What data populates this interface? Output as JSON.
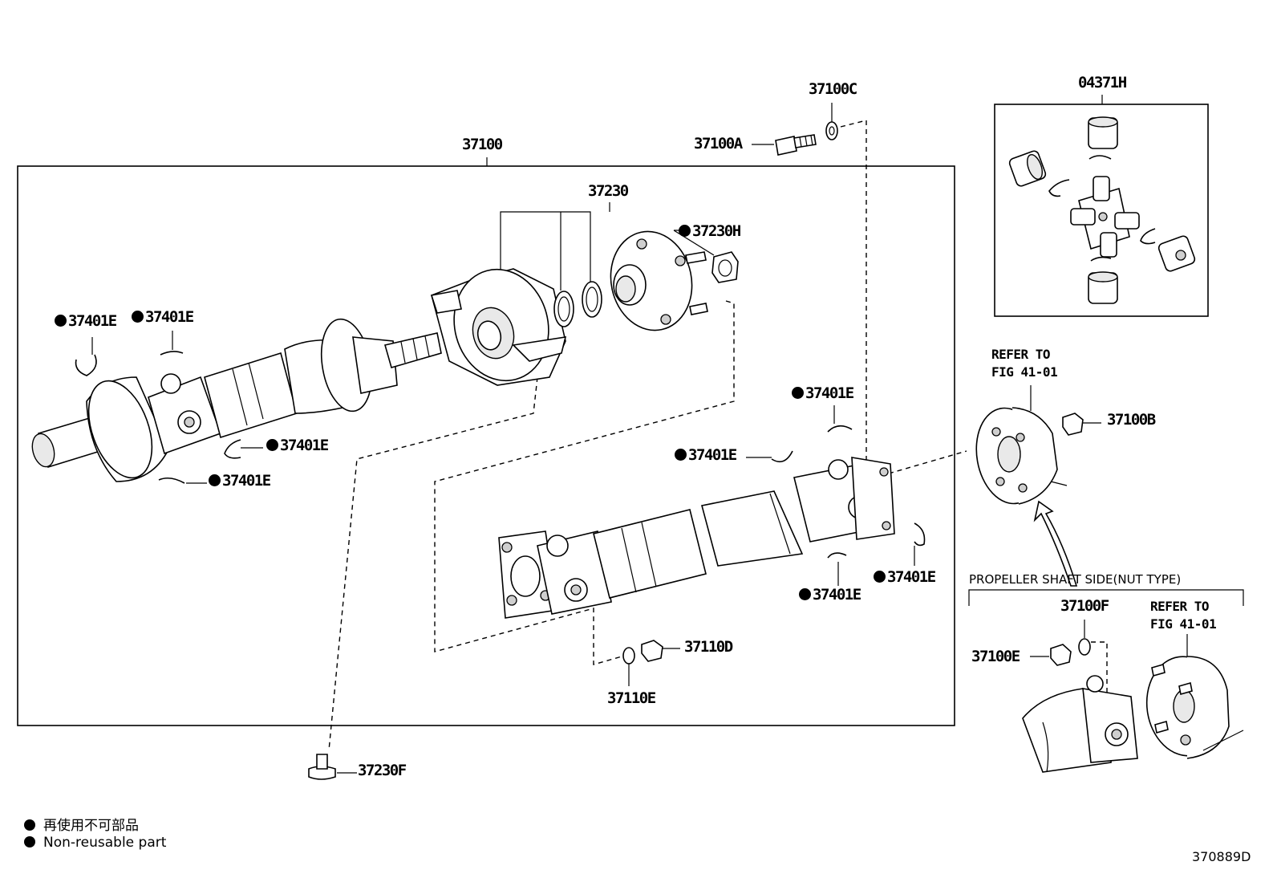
{
  "parts": {
    "p37100": "37100",
    "p37100A": "37100A",
    "p37100C": "37100C",
    "p37230": "37230",
    "p37230H": "37230H",
    "p37401E": "37401E",
    "p37100B": "37100B",
    "p37110D": "37110D",
    "p37110E": "37110E",
    "p37230F": "37230F",
    "p04371H": "04371H",
    "p37100F": "37100F",
    "p37100E": "37100E"
  },
  "notes": {
    "refer_to": "REFER TO",
    "fig_ref": "FIG 41-01",
    "propeller_side": "PROPELLER SHAFT SIDE(NUT TYPE)"
  },
  "legend": {
    "japanese": "再使用不可部品",
    "english": "Non-reusable part"
  },
  "diagram_id": "370889D"
}
